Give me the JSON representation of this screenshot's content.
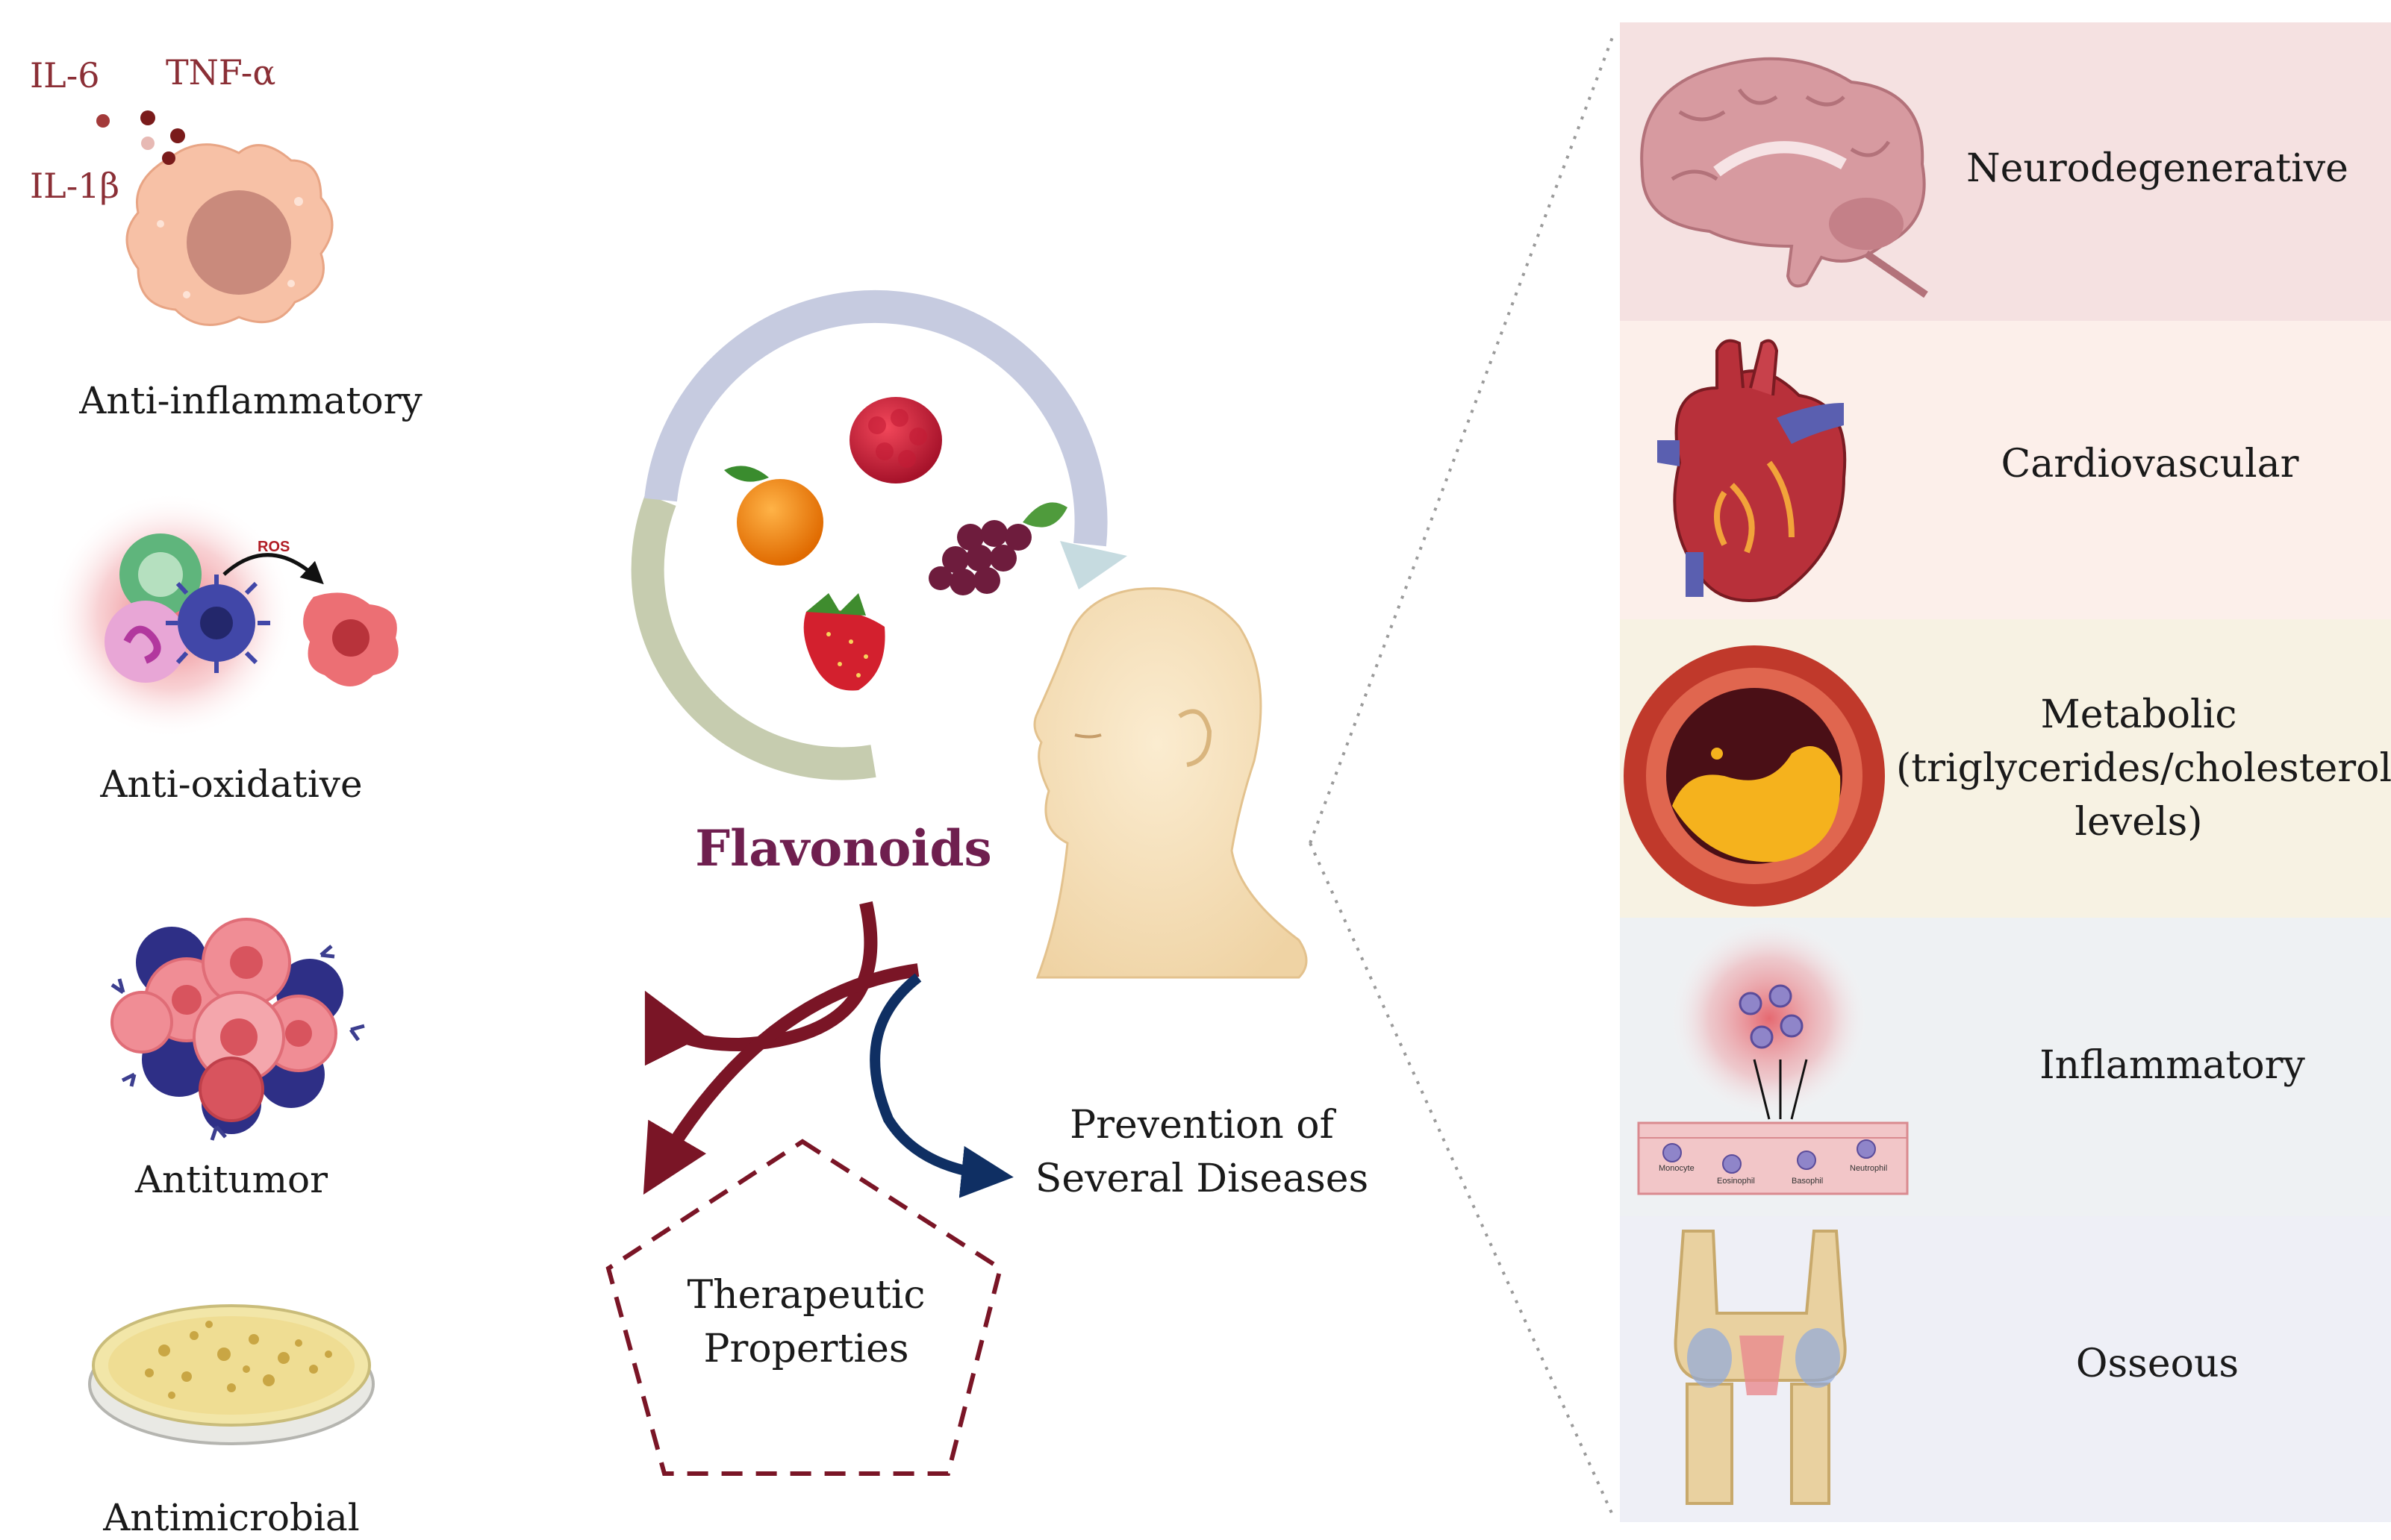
{
  "cytokines": {
    "il6": "IL-6",
    "tnf": "TNF-α",
    "il1b": "IL-1β"
  },
  "left_properties": [
    {
      "label": "Anti-inflammatory",
      "icon": "macrophage-icon"
    },
    {
      "label": "Anti-oxidative",
      "icon": "immune-cells-ros-icon"
    },
    {
      "label": "Antitumor",
      "icon": "tumor-cluster-icon"
    },
    {
      "label": "Antimicrobial",
      "icon": "petri-dish-icon"
    }
  ],
  "ros_label": "ROS",
  "center": {
    "title": "Flavonoids",
    "therapeutic": [
      "Therapeutic",
      "Properties"
    ],
    "prevention": [
      "Prevention of",
      "Several Diseases"
    ]
  },
  "diseases": [
    {
      "label": [
        "Neurodegenerative"
      ],
      "icon": "brain-icon",
      "bg": "#f5e1e1"
    },
    {
      "label": [
        "Cardiovascular"
      ],
      "icon": "heart-icon",
      "bg": "#fcefea"
    },
    {
      "label": [
        "Metabolic",
        "(triglycerides/cholesterol",
        "levels)"
      ],
      "icon": "artery-plaque-icon",
      "bg": "#f7f2e3"
    },
    {
      "label": [
        "Inflammatory"
      ],
      "icon": "inflamed-vessel-icon",
      "bg": "#eef1f3"
    },
    {
      "label": [
        "Osseous"
      ],
      "icon": "knee-joint-icon",
      "bg": "#eeeff6"
    }
  ],
  "cell_labels": [
    "Monocyte",
    "Eosinophil",
    "Basophil",
    "Neutrophil"
  ],
  "colors": {
    "flavonoid_title": "#6f1f4f",
    "therapeutic_arrow": "#7a1526",
    "prevention_arrow": "#0f2f63"
  }
}
